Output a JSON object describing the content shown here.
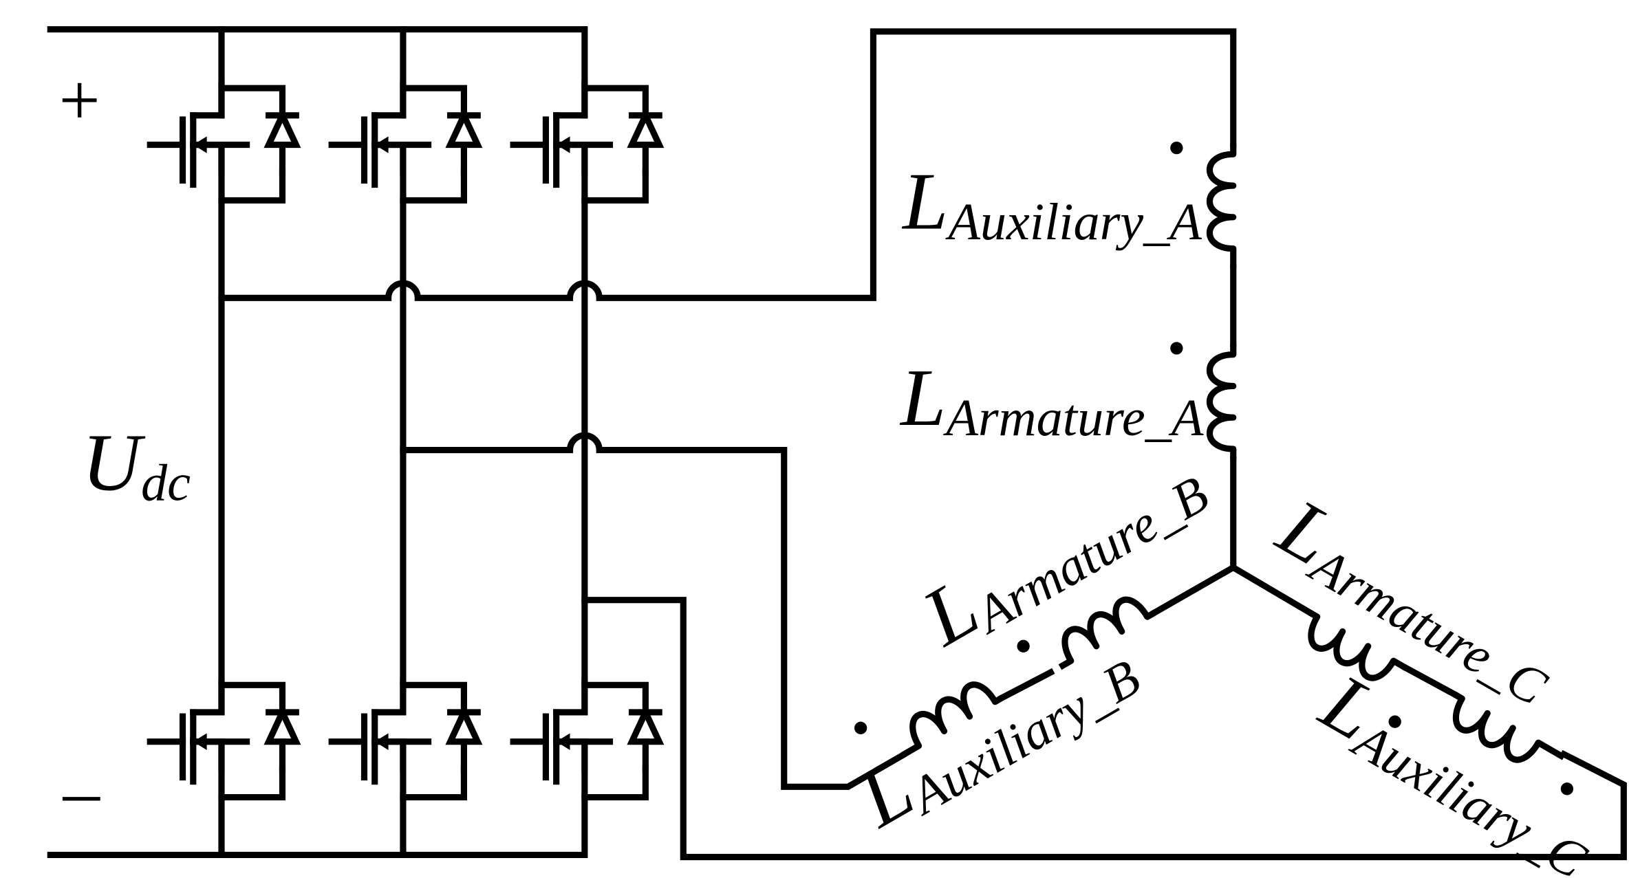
{
  "dc_bus": {
    "plus": "+",
    "minus": "–",
    "voltage_main": "U",
    "voltage_sub": "dc"
  },
  "inductors": {
    "aux_a": {
      "main": "L",
      "sub": "Auxiliary_A"
    },
    "arm_a": {
      "main": "L",
      "sub": "Armature_A"
    },
    "arm_b": {
      "main": "L",
      "sub": "Armature_B"
    },
    "aux_b": {
      "main": "L",
      "sub": "Auxiliary_B"
    },
    "arm_c": {
      "main": "L",
      "sub": "Armature_C"
    },
    "aux_c": {
      "main": "L",
      "sub": "Auxiliary_C"
    }
  }
}
